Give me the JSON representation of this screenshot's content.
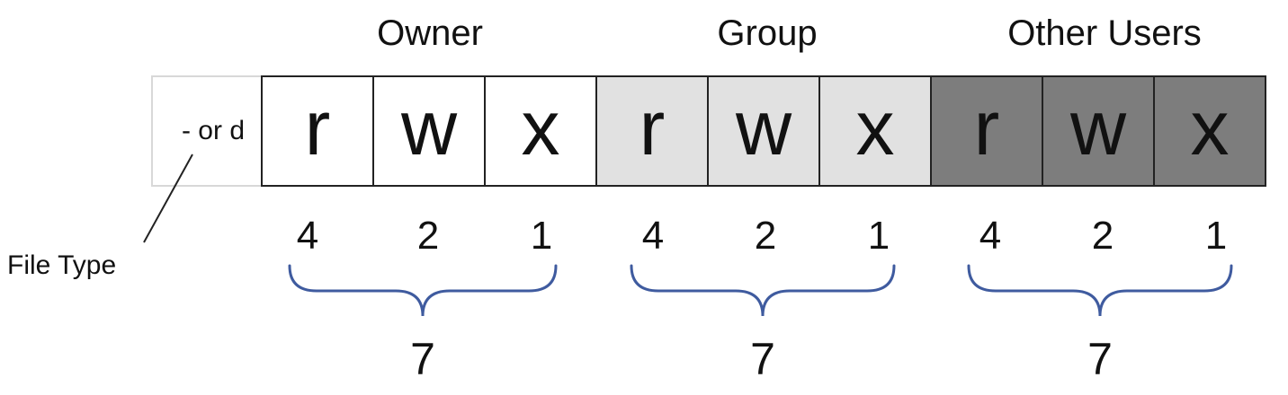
{
  "file_type": {
    "cell_text": "- or d",
    "label": "File Type"
  },
  "groups": [
    {
      "name": "Owner",
      "fill": "#ffffff",
      "permissions": [
        "r",
        "w",
        "x"
      ],
      "weights": [
        "4",
        "2",
        "1"
      ],
      "total": "7"
    },
    {
      "name": "Group",
      "fill": "#e1e1e1",
      "permissions": [
        "r",
        "w",
        "x"
      ],
      "weights": [
        "4",
        "2",
        "1"
      ],
      "total": "7"
    },
    {
      "name": "Other Users",
      "fill": "#7d7d7d",
      "permissions": [
        "r",
        "w",
        "x"
      ],
      "weights": [
        "4",
        "2",
        "1"
      ],
      "total": "7"
    }
  ],
  "colors": {
    "brace": "#3f5b9f",
    "border": "#222222",
    "text": "#111111"
  }
}
